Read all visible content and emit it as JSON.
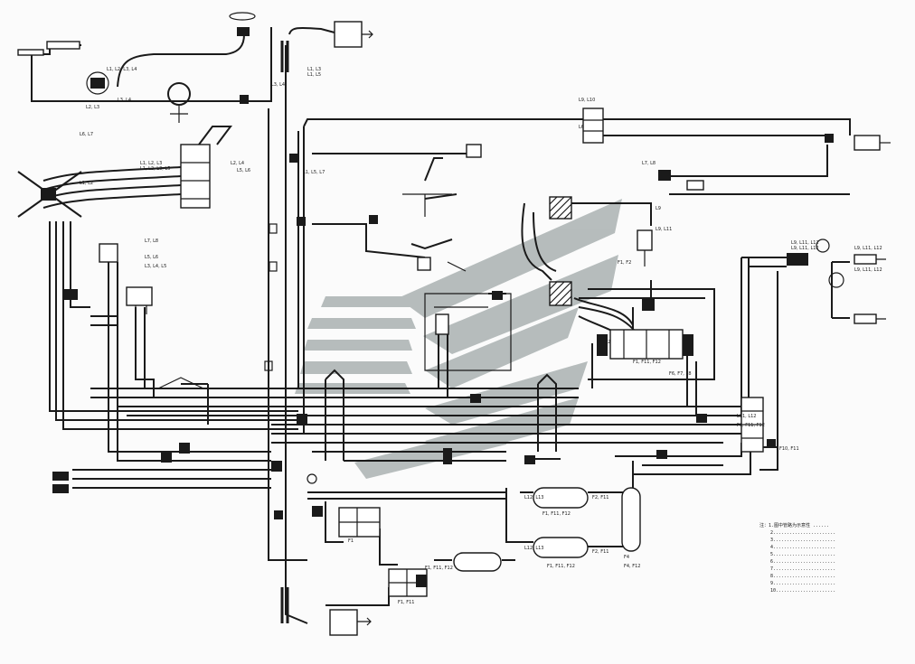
{
  "diagram": {
    "watermark_color": "#aab2b2",
    "line_color": "#1a1a1a",
    "background": "#fbfbfb",
    "component_tags": [
      "L1, L2, L3, L4",
      "L3, L4",
      "L3, L4",
      "L2, L3",
      "L6, L7",
      "L1, L2, L3",
      "L1, L2, L3, L5",
      "L1, L2",
      "L7, L8",
      "L5, L6",
      "L3, L4, L5",
      "L2, L4",
      "L5, L6",
      "L1, L3",
      "L1, L5",
      "L1, L5, L7",
      "L9, L10",
      "L6",
      "L7, L8",
      "L9, L11, L12",
      "L9, L11, L12",
      "L9, L11, L12",
      "L9, L11, L12",
      "L9",
      "L9, L11",
      "F1, F2",
      "F1, F2",
      "F1, F11, F12",
      "F1, F11, F12",
      "F1, F11, F12",
      "F2, F11",
      "F2, F11",
      "F4",
      "F4, F12",
      "L12, L13",
      "L12, L13",
      "F6, F7, F8",
      "F1",
      "F1, F11",
      "F1, F11, F12",
      "L11, L12",
      "F1, F11, F12",
      "F10, F11"
    ],
    "notes": [
      "注：1.图中管路为示意性 ......",
      "2.......................",
      "3.......................",
      "4.......................",
      "5.......................",
      "6.......................",
      "7.......................",
      "8.......................",
      "9.......................",
      "10......................"
    ]
  }
}
